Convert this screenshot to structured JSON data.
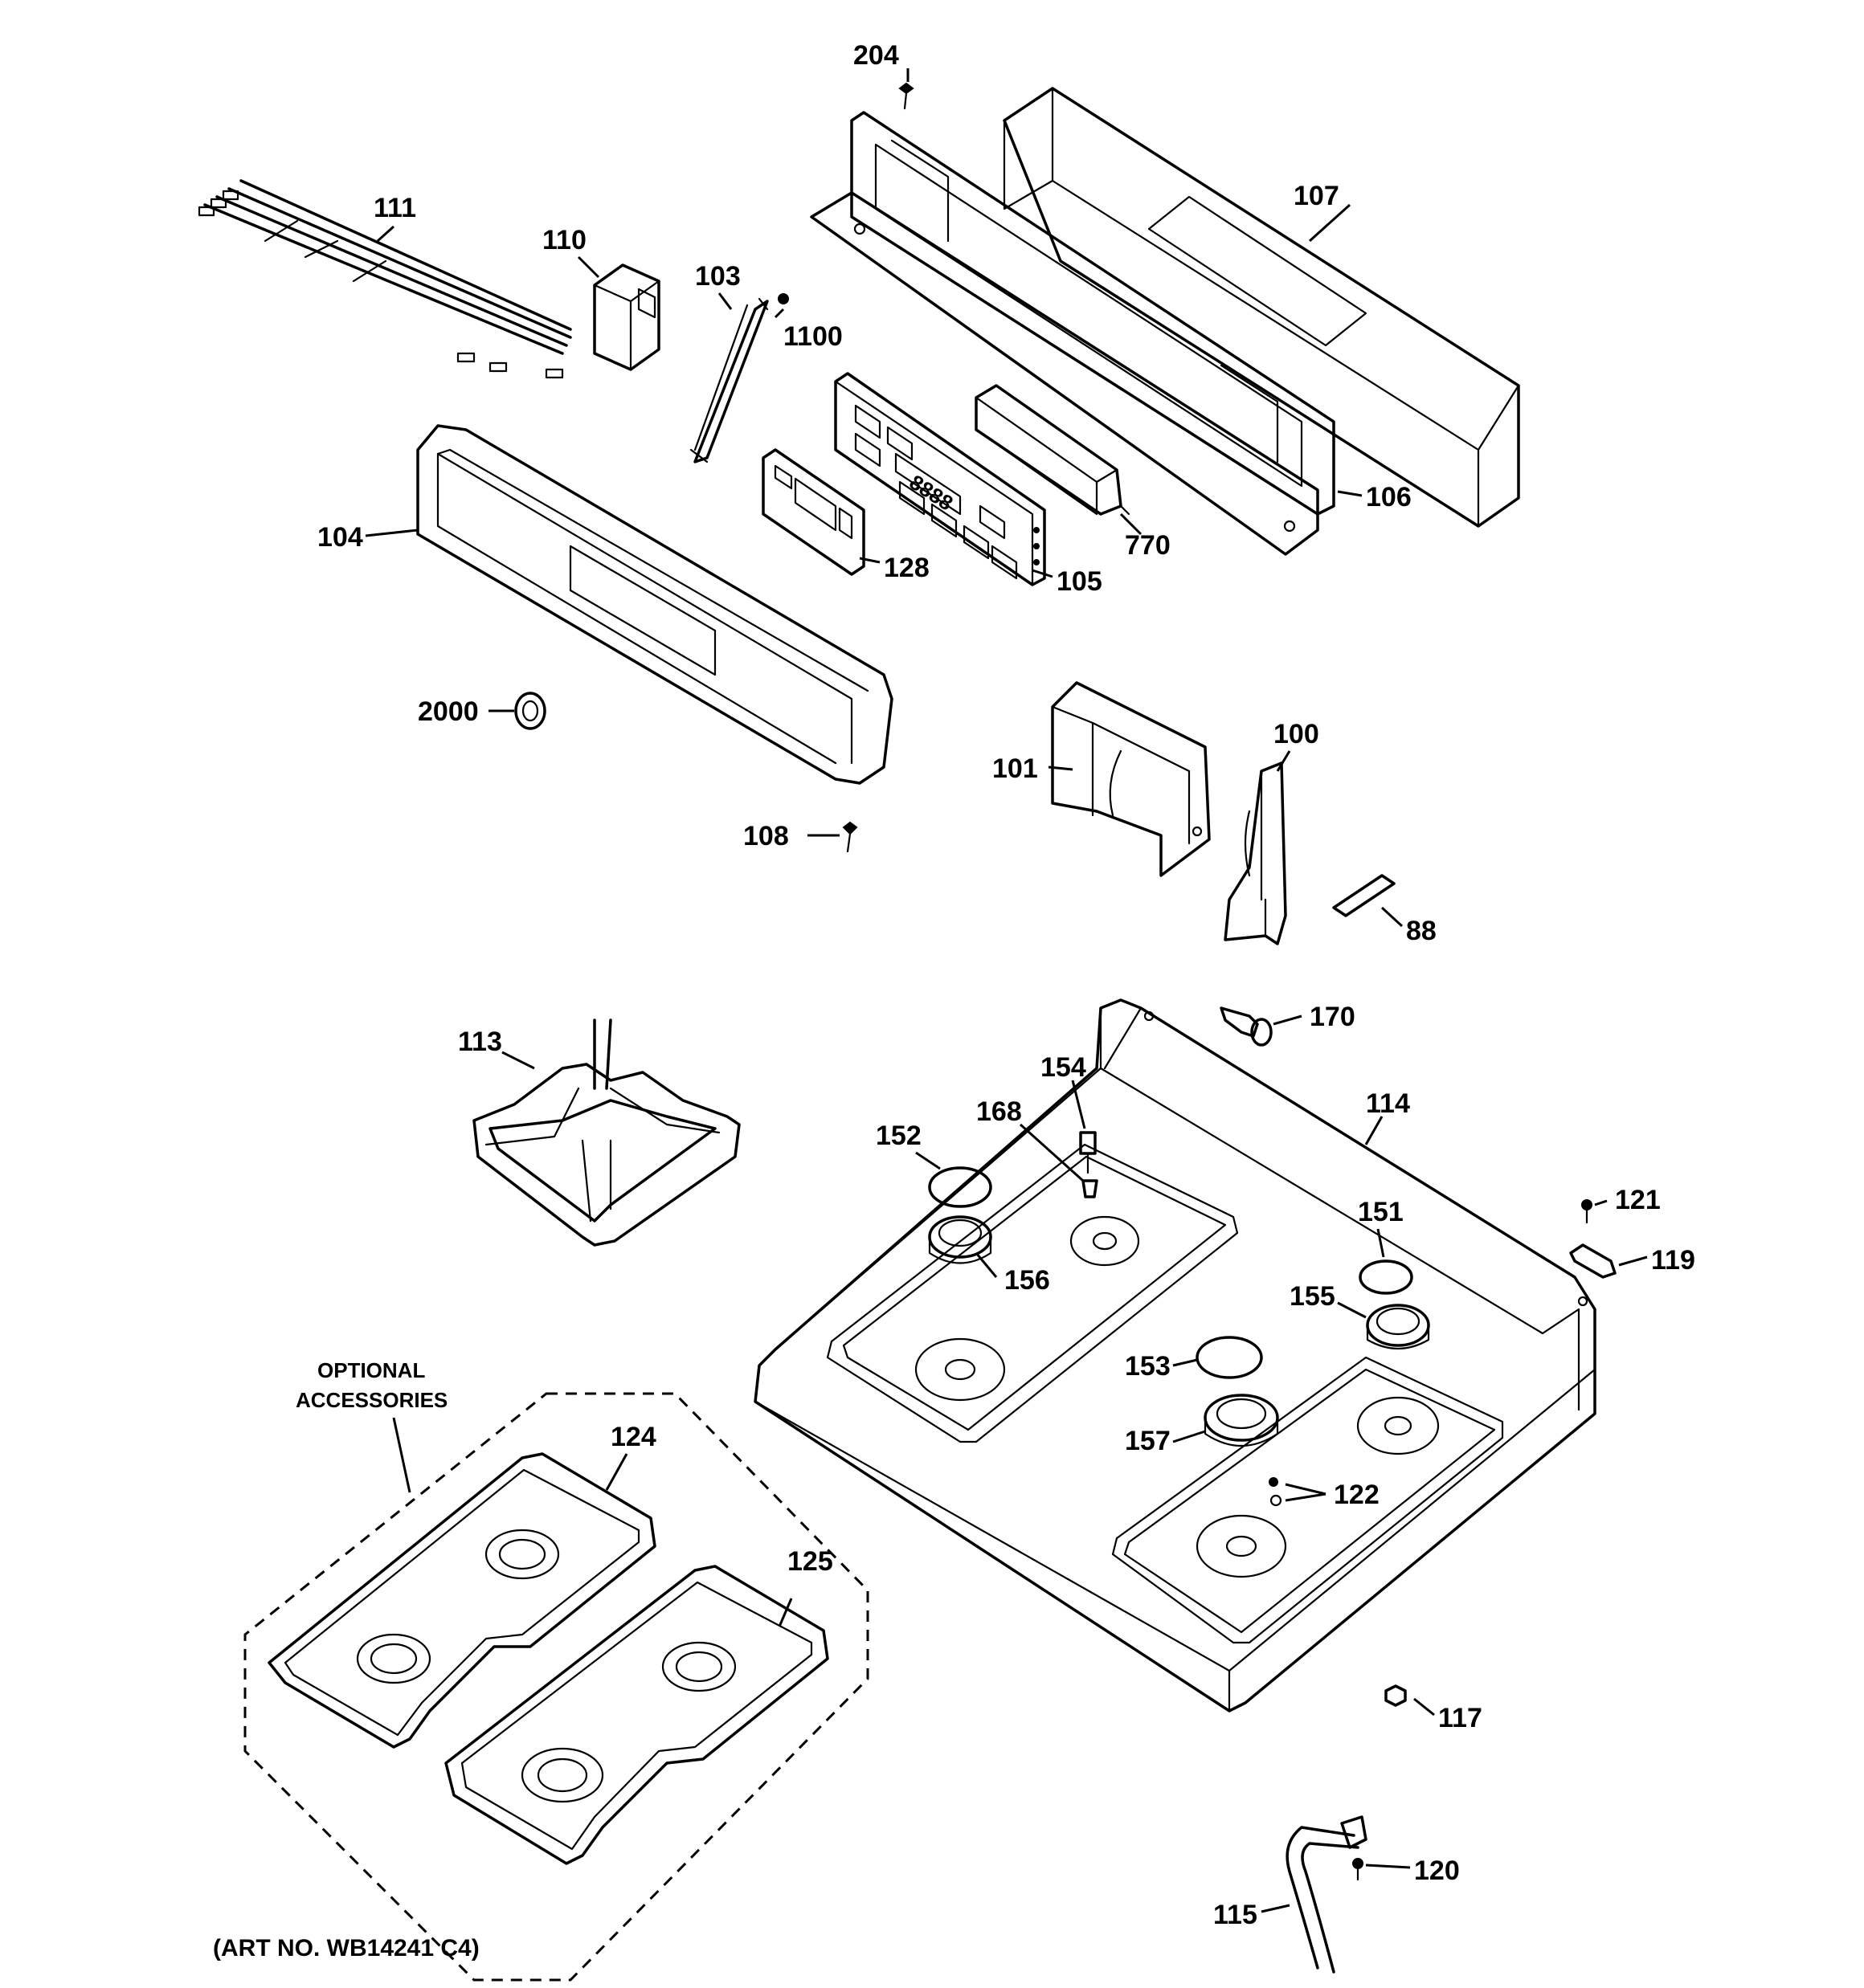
{
  "callouts": {
    "c204": "204",
    "c107": "107",
    "c111": "111",
    "c110": "110",
    "c103": "103",
    "c1100": "1100",
    "c104": "104",
    "c128": "128",
    "c105": "105",
    "c770": "770",
    "c106": "106",
    "c2000": "2000",
    "c101": "101",
    "c100": "100",
    "c108": "108",
    "c88": "88",
    "c170": "170",
    "c113": "113",
    "c154": "154",
    "c114": "114",
    "c168": "168",
    "c152": "152",
    "c151": "151",
    "c121": "121",
    "c119": "119",
    "c156": "156",
    "c155": "155",
    "c153": "153",
    "c157": "157",
    "c122": "122",
    "c124": "124",
    "c125": "125",
    "c117": "117",
    "c120": "120",
    "c115": "115"
  },
  "optional_line1": "OPTIONAL",
  "optional_line2": "ACCESSORIES",
  "display_text": "8888",
  "art_number": "(ART NO. WB14241 C4)"
}
